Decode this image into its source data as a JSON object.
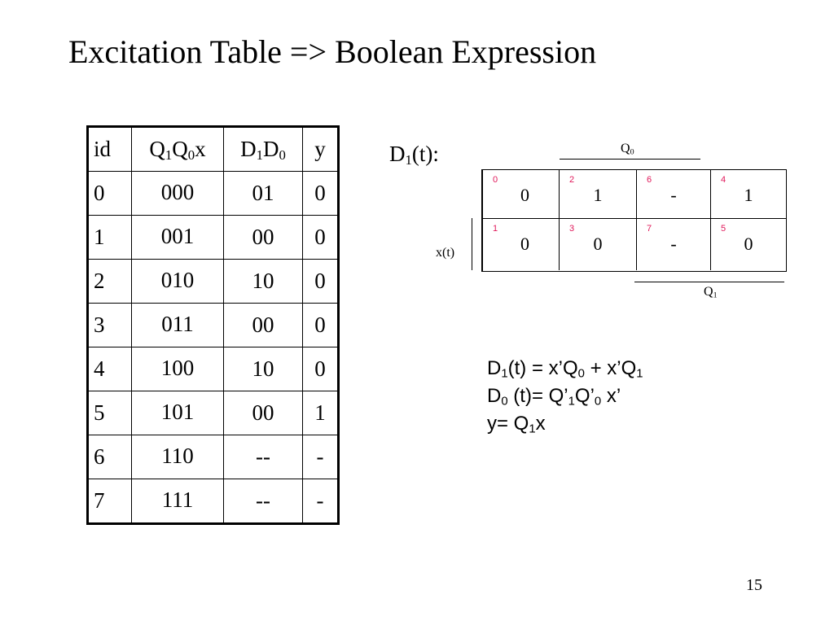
{
  "title": "Excitation Table => Boolean Expression",
  "excitation_table": {
    "headers": [
      {
        "main": "id",
        "parts": [
          "id"
        ]
      },
      {
        "main": "Q1Q0x",
        "parts": [
          "Q",
          "1",
          "Q",
          "0",
          "x"
        ]
      },
      {
        "main": "D1D0",
        "parts": [
          "D",
          "1",
          "D",
          "0"
        ]
      },
      {
        "main": "y",
        "parts": [
          "y"
        ]
      }
    ],
    "rows": [
      {
        "id": "0",
        "q": "000",
        "d": "01",
        "y": "0"
      },
      {
        "id": "1",
        "q": "001",
        "d": "00",
        "y": "0"
      },
      {
        "id": "2",
        "q": "010",
        "d": "10",
        "y": "0"
      },
      {
        "id": "3",
        "q": "011",
        "d": "00",
        "y": "0"
      },
      {
        "id": "4",
        "q": "100",
        "d": "10",
        "y": "0"
      },
      {
        "id": "5",
        "q": "101",
        "d": "00",
        "y": "1"
      },
      {
        "id": "6",
        "q": "110",
        "d": "--",
        "y": "-"
      },
      {
        "id": "7",
        "q": "111",
        "d": "--",
        "y": "-"
      }
    ]
  },
  "kmap": {
    "label_main": "D",
    "label_sub": "1",
    "label_rest": "(t):",
    "top_axis_main": "Q",
    "top_axis_sub": "0",
    "bottom_axis_main": "Q",
    "bottom_axis_sub": "1",
    "side_axis": "x(t)",
    "index_color": "#e0185a",
    "rows": [
      [
        {
          "idx": "0",
          "val": "0"
        },
        {
          "idx": "2",
          "val": "1"
        },
        {
          "idx": "6",
          "val": "-"
        },
        {
          "idx": "4",
          "val": "1"
        }
      ],
      [
        {
          "idx": "1",
          "val": "0"
        },
        {
          "idx": "3",
          "val": "0"
        },
        {
          "idx": "7",
          "val": "-"
        },
        {
          "idx": "5",
          "val": "0"
        }
      ]
    ]
  },
  "equations": {
    "eq1": [
      "D",
      "1",
      "(t) = x’Q",
      "0",
      " + x’Q",
      "1"
    ],
    "eq2": [
      "D",
      "0",
      " (t)= Q’",
      "1",
      "Q’",
      "0",
      " x’"
    ],
    "eq3": [
      "y= Q",
      "1",
      "x"
    ]
  },
  "page_number": "15"
}
